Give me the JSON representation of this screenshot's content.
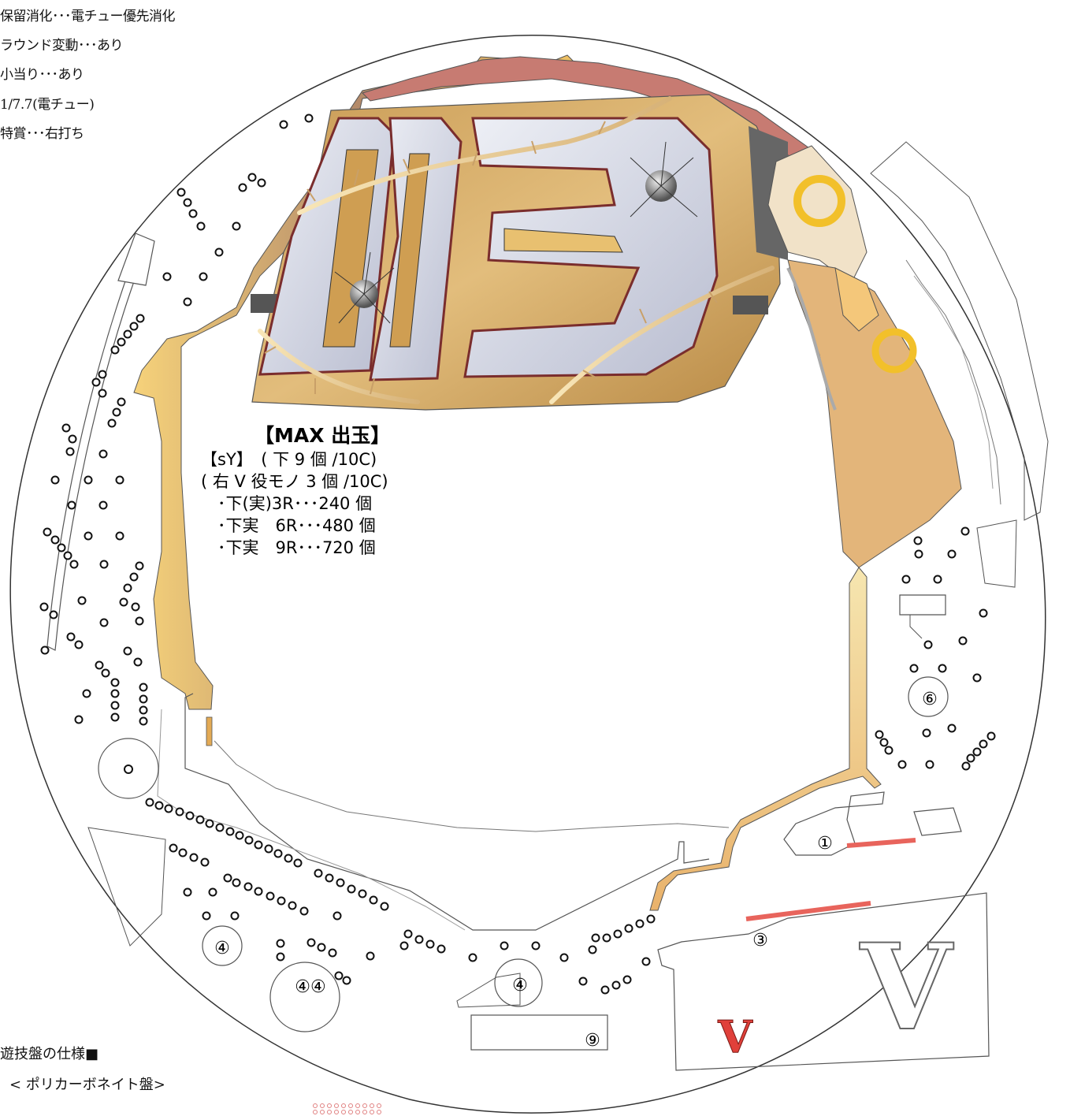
{
  "spec": {
    "lines": [
      "保留消化･･･電チュー優先消化",
      "ラウンド変動･･･あり",
      "小当り･･･あり",
      "1/7.7(電チュー)",
      "特賞･･･右打ち"
    ]
  },
  "max_payout": {
    "title": "【MAX 出玉】",
    "lines": [
      "【sY】　( 下 9 個 /10C)",
      "( 右 V 役モノ 3 個 /10C)",
      "　･下(実)3R･･･240 個",
      "　･下実　6R･･･480 個",
      "　･下実　9R･･･720 個"
    ]
  },
  "board_labels": {
    "pocket_1": "①",
    "pocket_3": "③",
    "pocket_4_left": "④",
    "pocket_4_pair": "④④",
    "pocket_4_center": "④",
    "pocket_6": "⑥",
    "pocket_9": "⑨",
    "v_big": "V",
    "v_small": "V"
  },
  "footer": {
    "board_spec": "遊技盤の仕様■",
    "board_type": "< ポリカーボネイト盤>"
  },
  "colors": {
    "rail_gold": "#f2c463",
    "frame_red": "#c77b72",
    "v_red": "#e0403a",
    "logo_gold": "#d9aa5a"
  }
}
